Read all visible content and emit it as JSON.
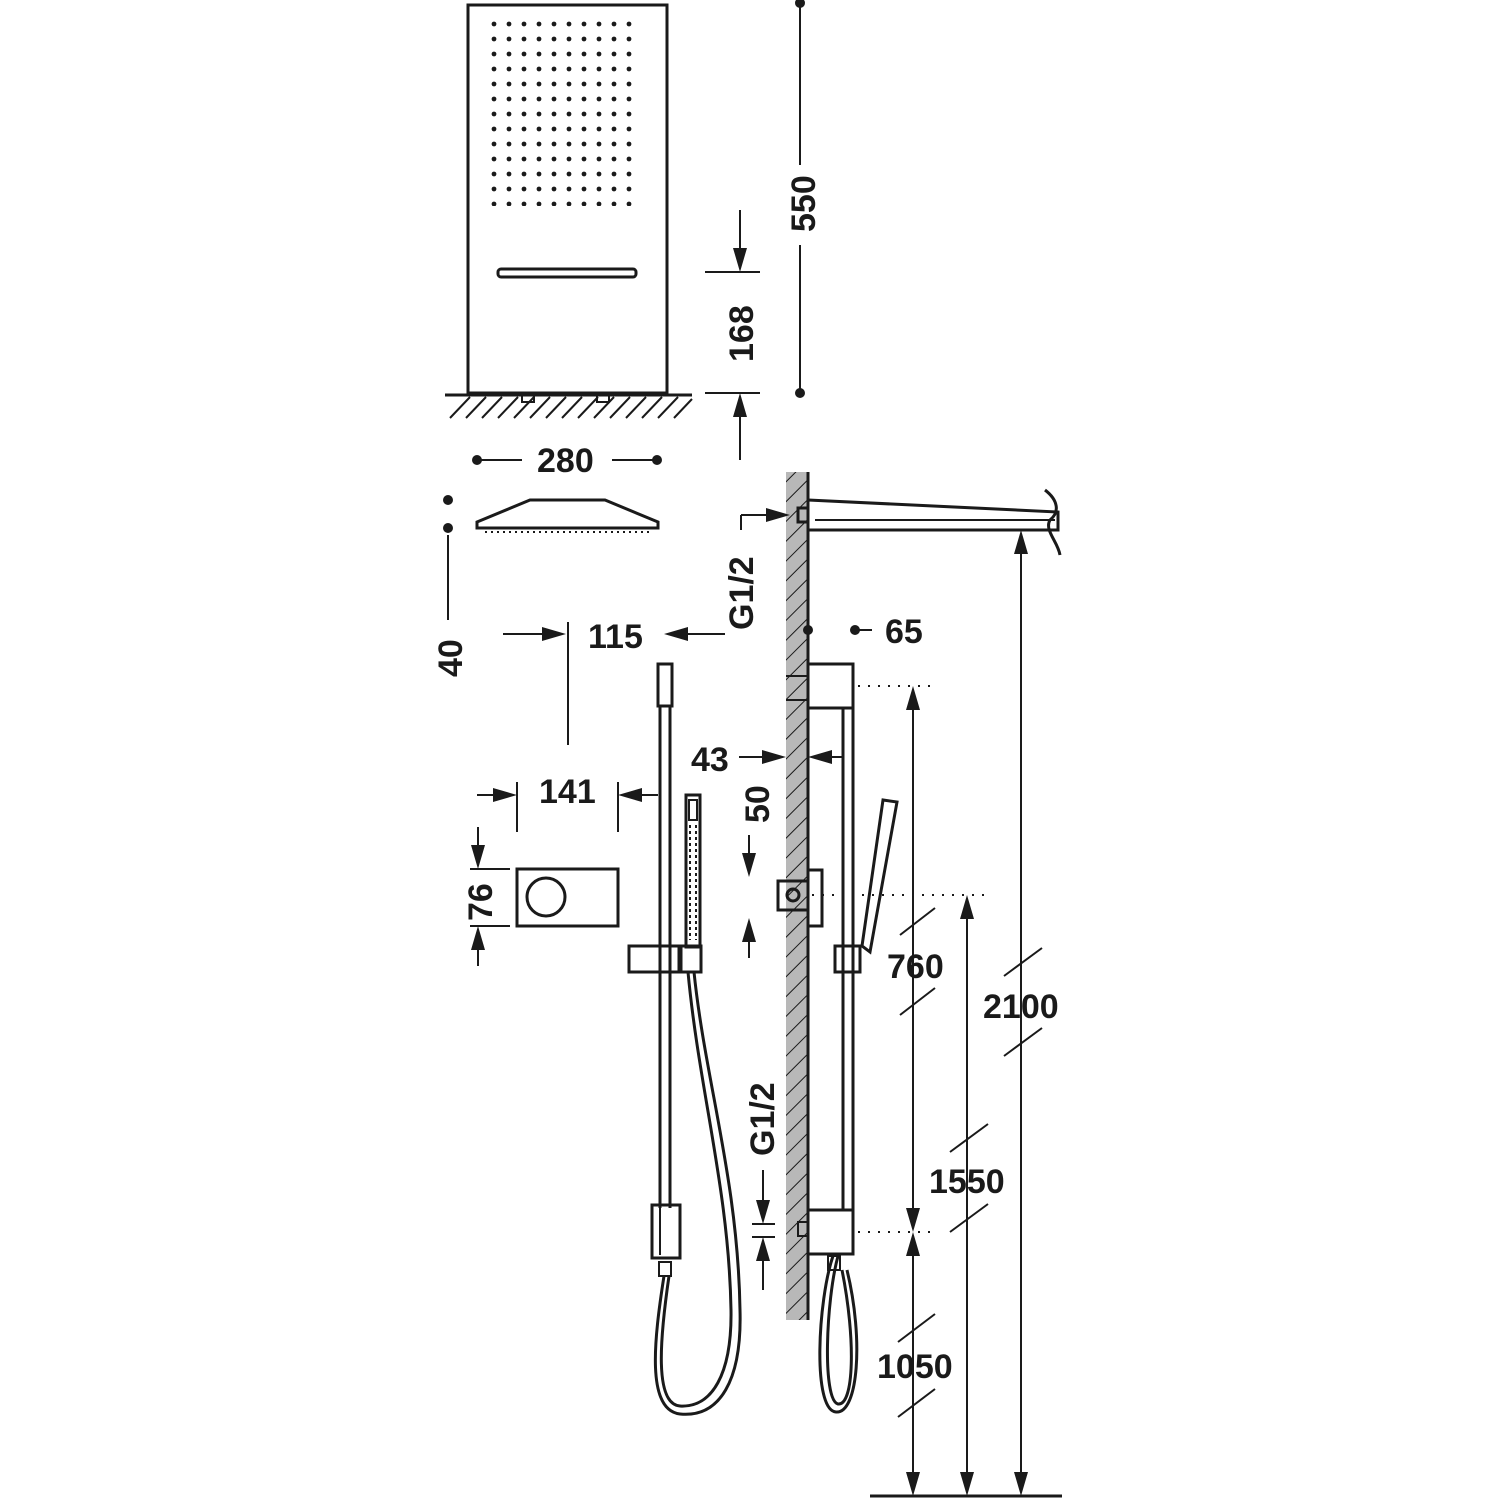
{
  "dimensions": {
    "panel_height": "550",
    "blade_height": "168",
    "panel_width": "280",
    "head_thickness": "40",
    "bar_offset": "115",
    "mixer_width": "141",
    "mixer_height": "76",
    "arm_connection": "G1/2",
    "wall_offset": "65",
    "bar_depth": "43",
    "mixer_depth": "50",
    "rail_span": "760",
    "outlet_connection": "G1/2",
    "mixer_level": "1550",
    "overhead_height": "2100",
    "lower_outlet_level": "1050"
  },
  "colors": {
    "line": "#1a1a1a",
    "background": "#ffffff",
    "wall_fill": "#b8b8b8"
  }
}
